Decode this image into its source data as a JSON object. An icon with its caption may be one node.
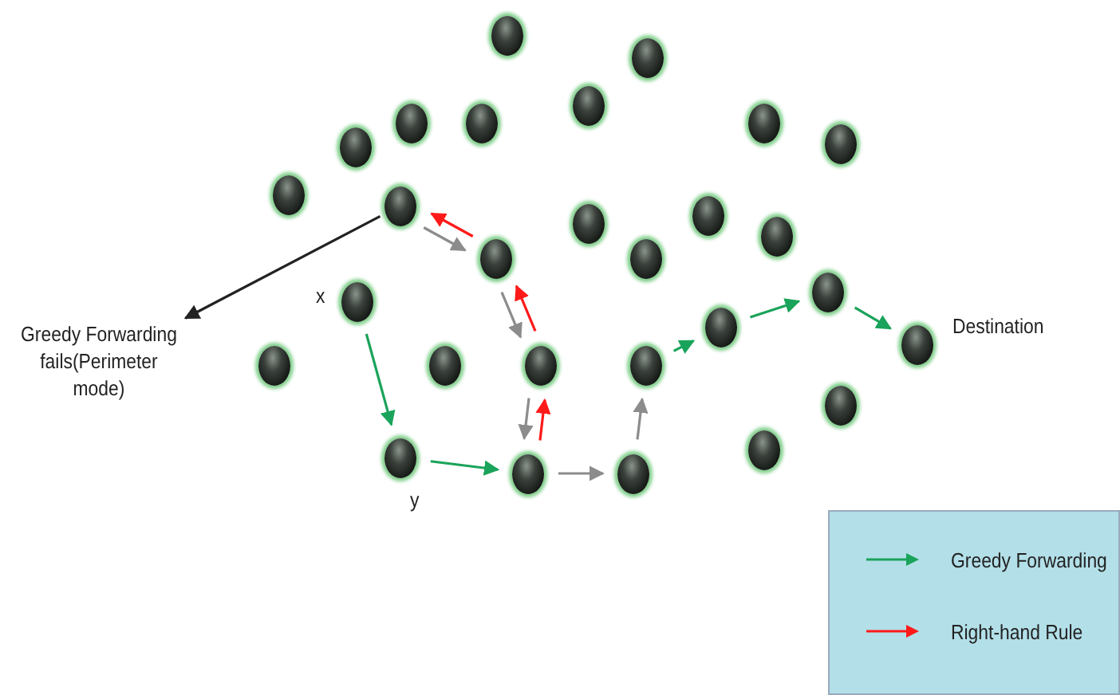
{
  "diagram": {
    "nodes": [
      {
        "text": [],
        "shape": "circle"
      },
      {
        "text": [],
        "shape": "circle"
      },
      {
        "text": [],
        "shape": "circle"
      },
      {
        "text": [],
        "shape": "circle"
      },
      {
        "text": [],
        "shape": "circle"
      },
      {
        "text": [],
        "shape": "circle"
      },
      {
        "text": [],
        "shape": "circle"
      },
      {
        "text": [],
        "shape": "circle"
      },
      {
        "text": [],
        "shape": "circle"
      },
      {
        "text": [],
        "shape": "circle"
      },
      {
        "text": [],
        "shape": "circle"
      },
      {
        "text": [],
        "shape": "circle"
      },
      {
        "text": [],
        "shape": "circle"
      },
      {
        "text": [],
        "shape": "circle"
      },
      {
        "text": [],
        "shape": "circle"
      },
      {
        "text": [],
        "shape": "circle"
      },
      {
        "text": [],
        "shape": "circle",
        "beside": [
          "x"
        ]
      },
      {
        "text": [
          "Greedy Forwarding fails(Perimeter mode)"
        ]
      },
      {
        "text": [],
        "shape": "circle"
      },
      {
        "text": [],
        "shape": "circle",
        "beside": [
          "Destination"
        ]
      },
      {
        "text": [],
        "shape": "circle"
      },
      {
        "text": [],
        "shape": "circle"
      },
      {
        "text": [],
        "shape": "circle"
      },
      {
        "text": [],
        "shape": "circle"
      },
      {
        "text": [],
        "shape": "circle"
      },
      {
        "text": [],
        "shape": "circle"
      },
      {
        "text": [],
        "shape": "circle",
        "beside": [
          "y"
        ]
      },
      {
        "text": [],
        "shape": "circle"
      },
      {
        "text": [],
        "shape": "circle"
      }
    ],
    "edges": [
      {
        "from": 16,
        "to": 26,
        "arrow": "to"
      },
      {
        "from": 26,
        "to": 27,
        "arrow": "to"
      },
      {
        "from": 27,
        "to": 22,
        "arrow": "to",
        "color": "#ff1a1a"
      },
      {
        "from": 22,
        "to": 13,
        "arrow": "to",
        "color": "#ff1a1a"
      },
      {
        "from": 13,
        "to": 9,
        "arrow": "to",
        "color": "#ff1a1a"
      },
      {
        "from": 9,
        "to": 13,
        "arrow": "to",
        "color": "#8c8c8c"
      },
      {
        "from": 13,
        "to": 22,
        "arrow": "to",
        "color": "#8c8c8c"
      },
      {
        "from": 22,
        "to": 27,
        "arrow": "to",
        "color": "#8c8c8c"
      },
      {
        "from": 27,
        "to": 28,
        "arrow": "to",
        "color": "#8c8c8c"
      },
      {
        "from": 28,
        "to": 23,
        "arrow": "to",
        "color": "#8c8c8c"
      },
      {
        "from": 23,
        "to": 18,
        "arrow": "to"
      },
      {
        "from": 18,
        "to": 15,
        "arrow": "to"
      },
      {
        "from": 15,
        "to": 19,
        "arrow": "to"
      },
      {
        "from": 9,
        "to": 17,
        "arrow": "to",
        "color": "#222222"
      }
    ],
    "legend": [
      {
        "text": "Greedy Forwarding"
      },
      {
        "text": "Right-hand Rule"
      }
    ]
  }
}
